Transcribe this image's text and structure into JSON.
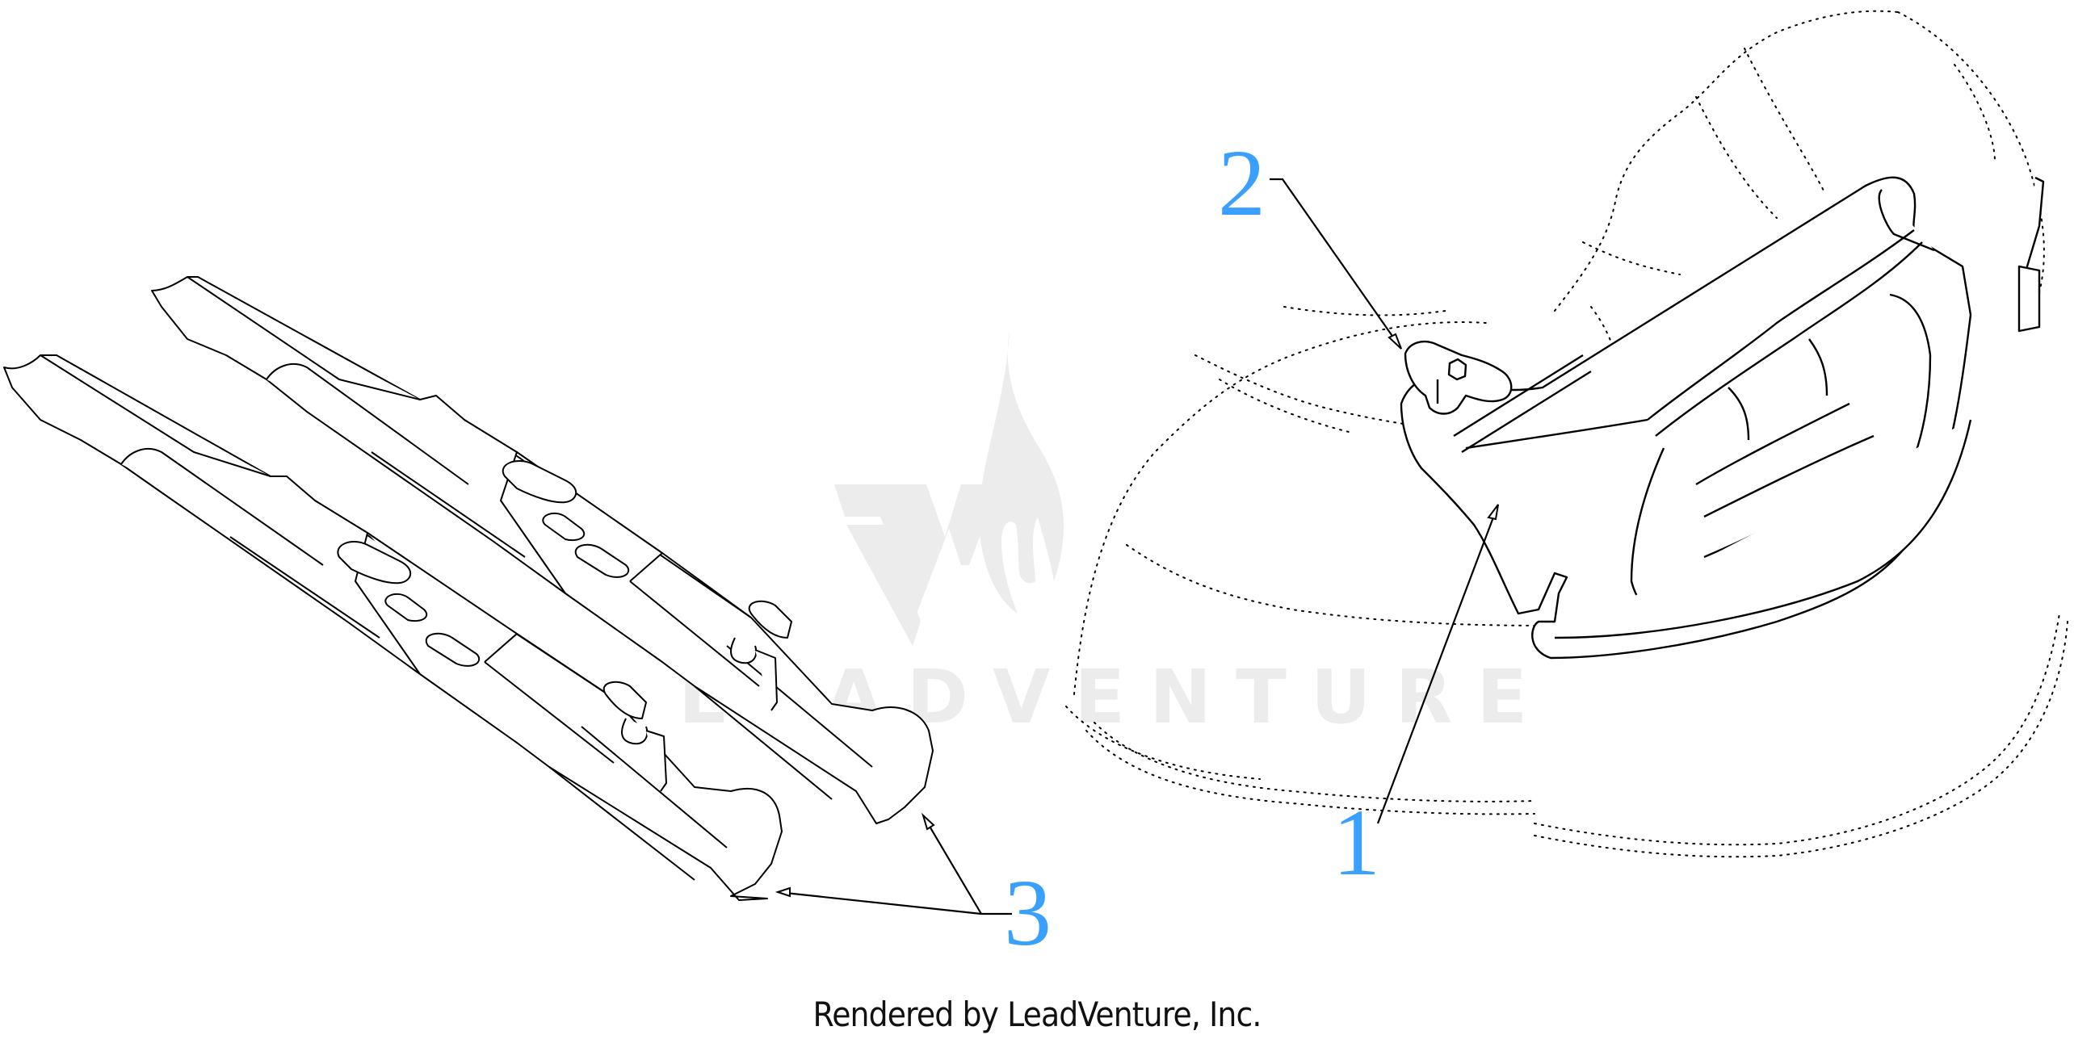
{
  "diagram": {
    "type": "parts-exploded-view",
    "subject": "Mower blades and deck discharge chute",
    "callouts": [
      {
        "number": "1",
        "target": "discharge chute / deflector"
      },
      {
        "number": "2",
        "target": "wing knob / hex bolt"
      },
      {
        "number": "3",
        "target": "mower blades (2)"
      }
    ],
    "callout_color": "#3aa0ff",
    "line_color": "#000000"
  },
  "labels": {
    "callout_1": "1",
    "callout_2": "2",
    "callout_3": "3"
  },
  "watermark": {
    "text": "LEADVENTURE",
    "color": "#ececec"
  },
  "footer": {
    "text": "Rendered by LeadVenture, Inc."
  }
}
